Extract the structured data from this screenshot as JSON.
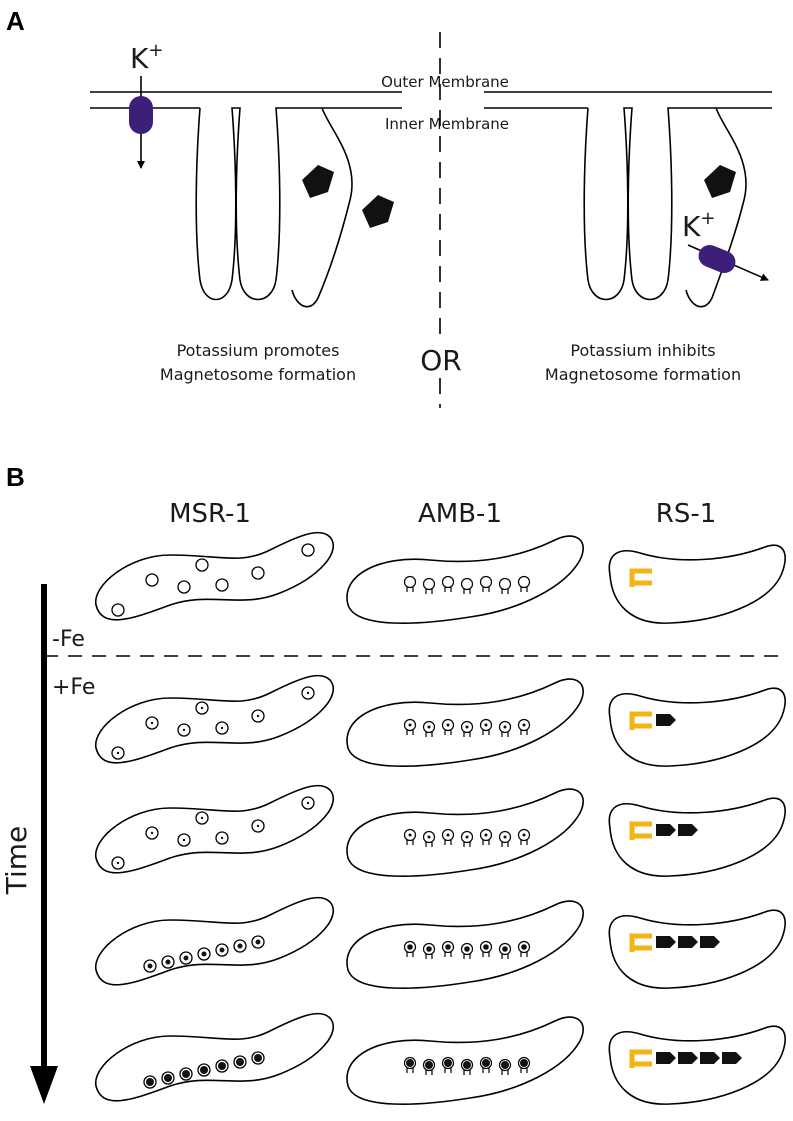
{
  "panel_a": {
    "letter": "A",
    "ion_label": "K",
    "ion_charge": "+",
    "outer_membrane_label": "Outer Membrane",
    "inner_membrane_label": "Inner Membrane",
    "or_label": "OR",
    "left_caption_line1": "Potassium promotes",
    "left_caption_line2": "Magnetosome formation",
    "right_caption_line1": "Potassium inhibits",
    "right_caption_line2": "Magnetosome formation"
  },
  "panel_b": {
    "letter": "B",
    "strains": [
      "MSR-1",
      "AMB-1",
      "RS-1"
    ],
    "minus_fe_label": "-Fe",
    "plus_fe_label": "+Fe",
    "time_label": "Time"
  },
  "colors": {
    "transporter": "#3d1f7a",
    "magnetite": "#111111",
    "rs1_structure": "#f2b515"
  }
}
